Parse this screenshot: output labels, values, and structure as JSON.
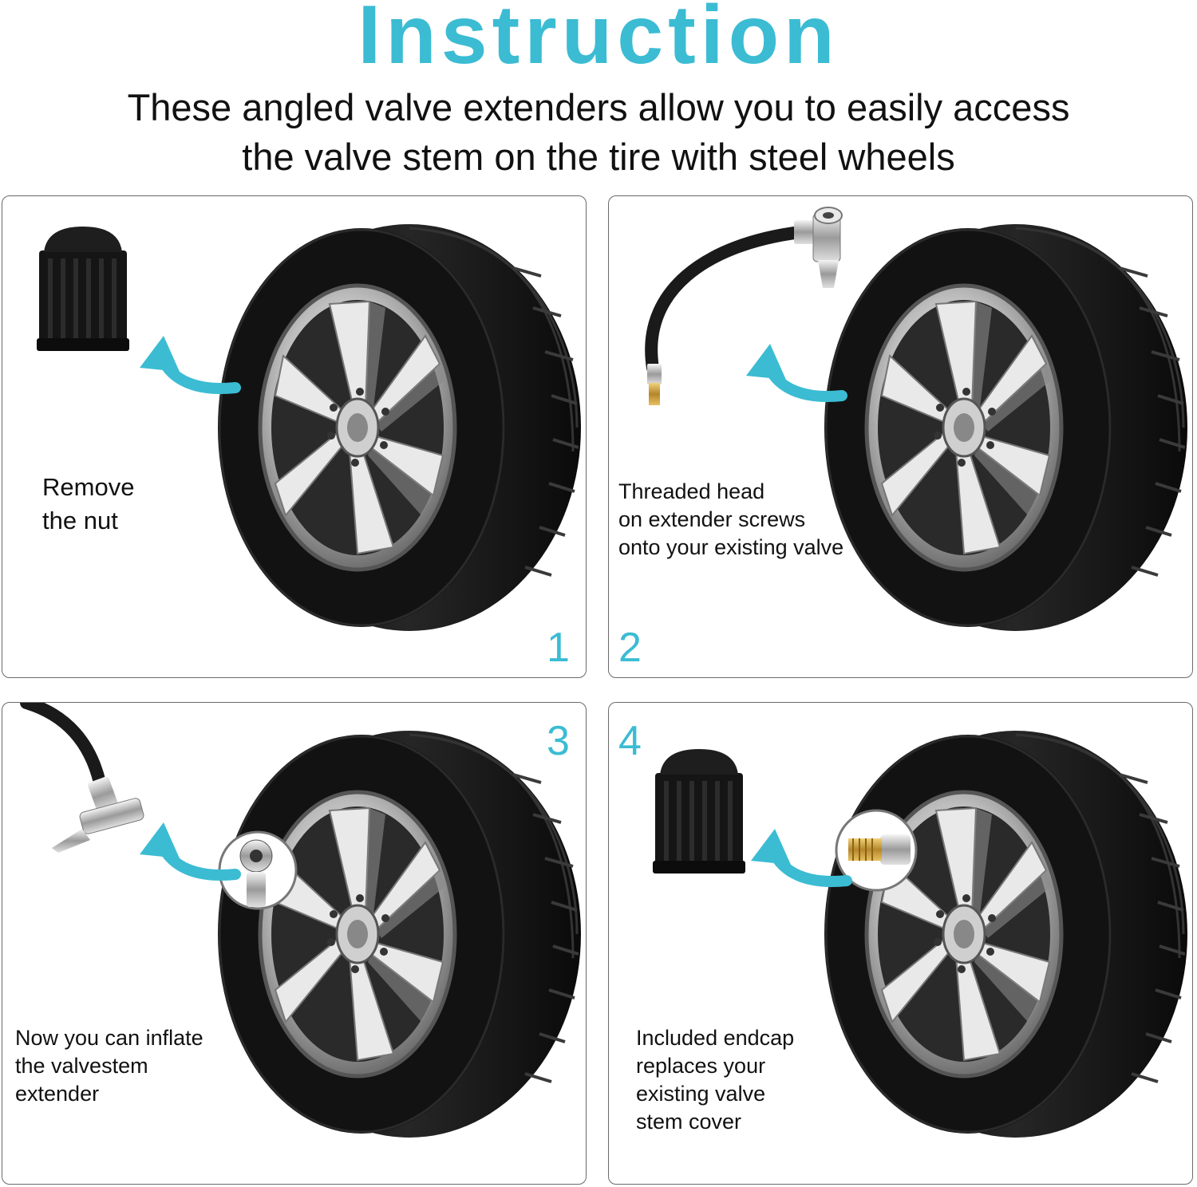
{
  "title": "Instruction",
  "subtitle_line1": "These angled valve extenders allow you to easily access",
  "subtitle_line2": "the valve stem on the tire with steel wheels",
  "colors": {
    "accent": "#3bbcd3",
    "tire": "#111111",
    "rim": "#d8d8d8"
  },
  "steps": [
    {
      "number": "1",
      "caption": "Remove\nthe nut",
      "item_icon": "valve-cap-icon"
    },
    {
      "number": "2",
      "caption": "Threaded head\non extender screws\nonto your existing valve",
      "item_icon": "hose-extender-icon"
    },
    {
      "number": "3",
      "caption": "Now you can inflate\nthe valvestem\nextender",
      "item_icon": "air-chuck-icon"
    },
    {
      "number": "4",
      "caption": "Included endcap\nreplaces your\nexisting valve\nstem cover",
      "item_icon": "valve-cap-icon"
    }
  ]
}
